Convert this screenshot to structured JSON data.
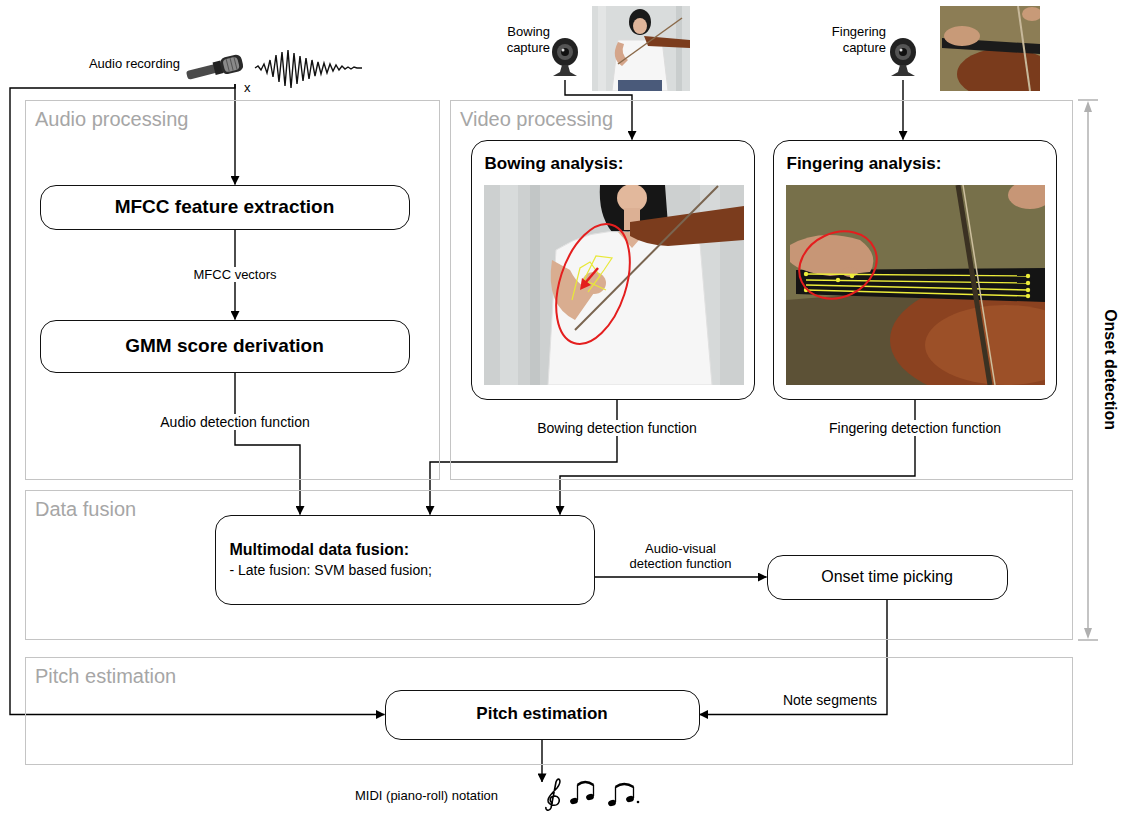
{
  "diagram": {
    "nodes": [
      {
        "text": [
          "Audio recording"
        ]
      },
      {
        "text": [
          "Bowing capture"
        ]
      },
      {
        "text": [
          "Fingering capture"
        ]
      },
      {
        "text": [
          "Audio processing"
        ]
      },
      {
        "text": [
          "MFCC feature extraction"
        ],
        "in": 3
      },
      {
        "text": [
          "GMM score derivation"
        ],
        "in": 3
      },
      {
        "text": [
          "Video processing"
        ]
      },
      {
        "text": [
          "Bowing analysis:"
        ],
        "in": 6
      },
      {
        "text": [
          "Fingering analysis:"
        ],
        "in": 6
      },
      {
        "text": [
          "Data fusion"
        ]
      },
      {
        "text": [
          "Multimodal data fusion:",
          "- Late fusion: SVM based fusion;"
        ],
        "in": 9
      },
      {
        "text": [
          "Onset time picking"
        ],
        "in": 9
      },
      {
        "text": [
          "Pitch estimation"
        ]
      },
      {
        "text": [
          "Pitch estimation"
        ],
        "in": 12
      },
      {
        "text": [
          "MIDI (piano-roll) notation"
        ]
      }
    ],
    "edges": [
      {
        "from": 0,
        "to": 4,
        "arrow": "to"
      },
      {
        "from": 4,
        "to": 5,
        "label": "MFCC vectors",
        "arrow": "to"
      },
      {
        "from": 1,
        "to": 7,
        "arrow": "to"
      },
      {
        "from": 2,
        "to": 8,
        "arrow": "to"
      },
      {
        "from": 5,
        "to": 10,
        "label": "Audio detection function",
        "arrow": "to"
      },
      {
        "from": 7,
        "to": 10,
        "label": "Bowing detection function",
        "arrow": "to"
      },
      {
        "from": 8,
        "to": 10,
        "label": "Fingering detection function",
        "arrow": "to"
      },
      {
        "from": 10,
        "to": 11,
        "label": "Audio-visual detection function",
        "arrow": "to"
      },
      {
        "from": 11,
        "to": 13,
        "label": "Note segments",
        "arrow": "to"
      },
      {
        "from": 0,
        "to": 13,
        "arrow": "to"
      },
      {
        "from": 13,
        "to": 14,
        "arrow": "to"
      }
    ],
    "labels": [
      "x",
      "Onset detection"
    ]
  }
}
